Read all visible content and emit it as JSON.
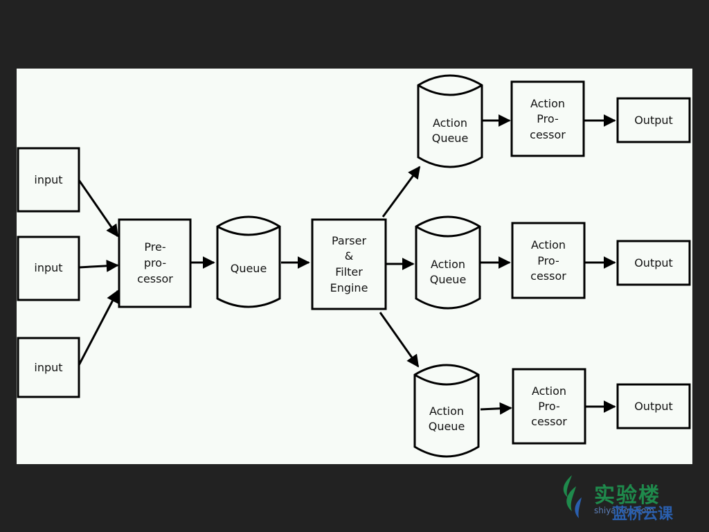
{
  "diagram": {
    "nodes": {
      "input1": "input",
      "input2": "input",
      "input3": "input",
      "preprocessor": [
        "Pre-",
        "pro-",
        "cessor"
      ],
      "queue": "Queue",
      "parser": [
        "Parser",
        "&",
        "Filter",
        "Engine"
      ],
      "action_queue_1": [
        "Action",
        "Queue"
      ],
      "action_queue_2": [
        "Action",
        "Queue"
      ],
      "action_queue_3": [
        "Action",
        "Queue"
      ],
      "action_processor_1": [
        "Action",
        "Pro-",
        "cessor"
      ],
      "action_processor_2": [
        "Action",
        "Pro-",
        "cessor"
      ],
      "action_processor_3": [
        "Action",
        "Pro-",
        "cessor"
      ],
      "output1": "Output",
      "output2": "Output",
      "output3": "Output"
    }
  },
  "watermark": {
    "main": "实验楼",
    "sub": "蓝桥云课",
    "small": "shiyanlou.com",
    "colors": {
      "green": "#1f8a4c",
      "blue": "#2a5fae"
    }
  }
}
